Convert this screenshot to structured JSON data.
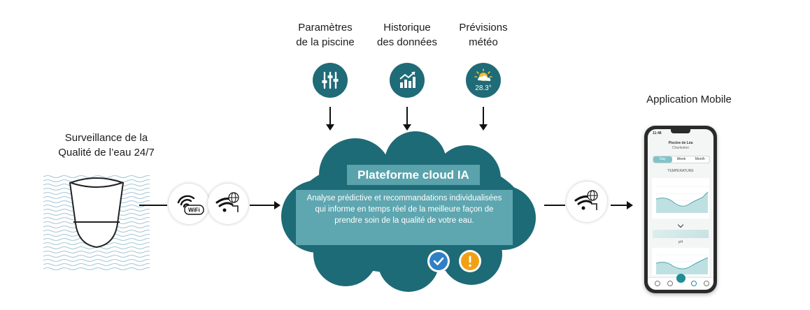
{
  "sensor": {
    "title_line1": "Surveillance de la",
    "title_line2": "Qualité de l’eau 24/7"
  },
  "inputs": [
    {
      "line1": "Paramètres",
      "line2": "de la piscine",
      "icon": "sliders-icon"
    },
    {
      "line1": "Historique",
      "line2": "des données",
      "icon": "growth-chart-icon"
    },
    {
      "line1": "Prévisions",
      "line2": "météo",
      "icon": "weather-icon",
      "temperature": "28.3°"
    }
  ],
  "connectivity": {
    "wifi_label": "WiFi"
  },
  "cloud": {
    "title": "Plateforme cloud IA",
    "description": "Analyse prédictive et recommandations individualisées qui informe en temps réel de la meilleure façon de prendre soin de la qualité de votre eau."
  },
  "mobile": {
    "title": "Application Mobile",
    "screen": {
      "time": "11:48",
      "pool_name": "Piscine de Léa",
      "location": "Charleston",
      "tabs": [
        "Day",
        "Week",
        "Month"
      ],
      "section1": "TEMPERATURE",
      "section2": "pH"
    }
  },
  "colors": {
    "teal_dark": "#1f6b78",
    "cloud": "#1d6b76",
    "cloud_panel": "#5ea6b0",
    "check": "#2f7fc4",
    "warning": "#f2a013",
    "water": "#a7c7d6"
  }
}
